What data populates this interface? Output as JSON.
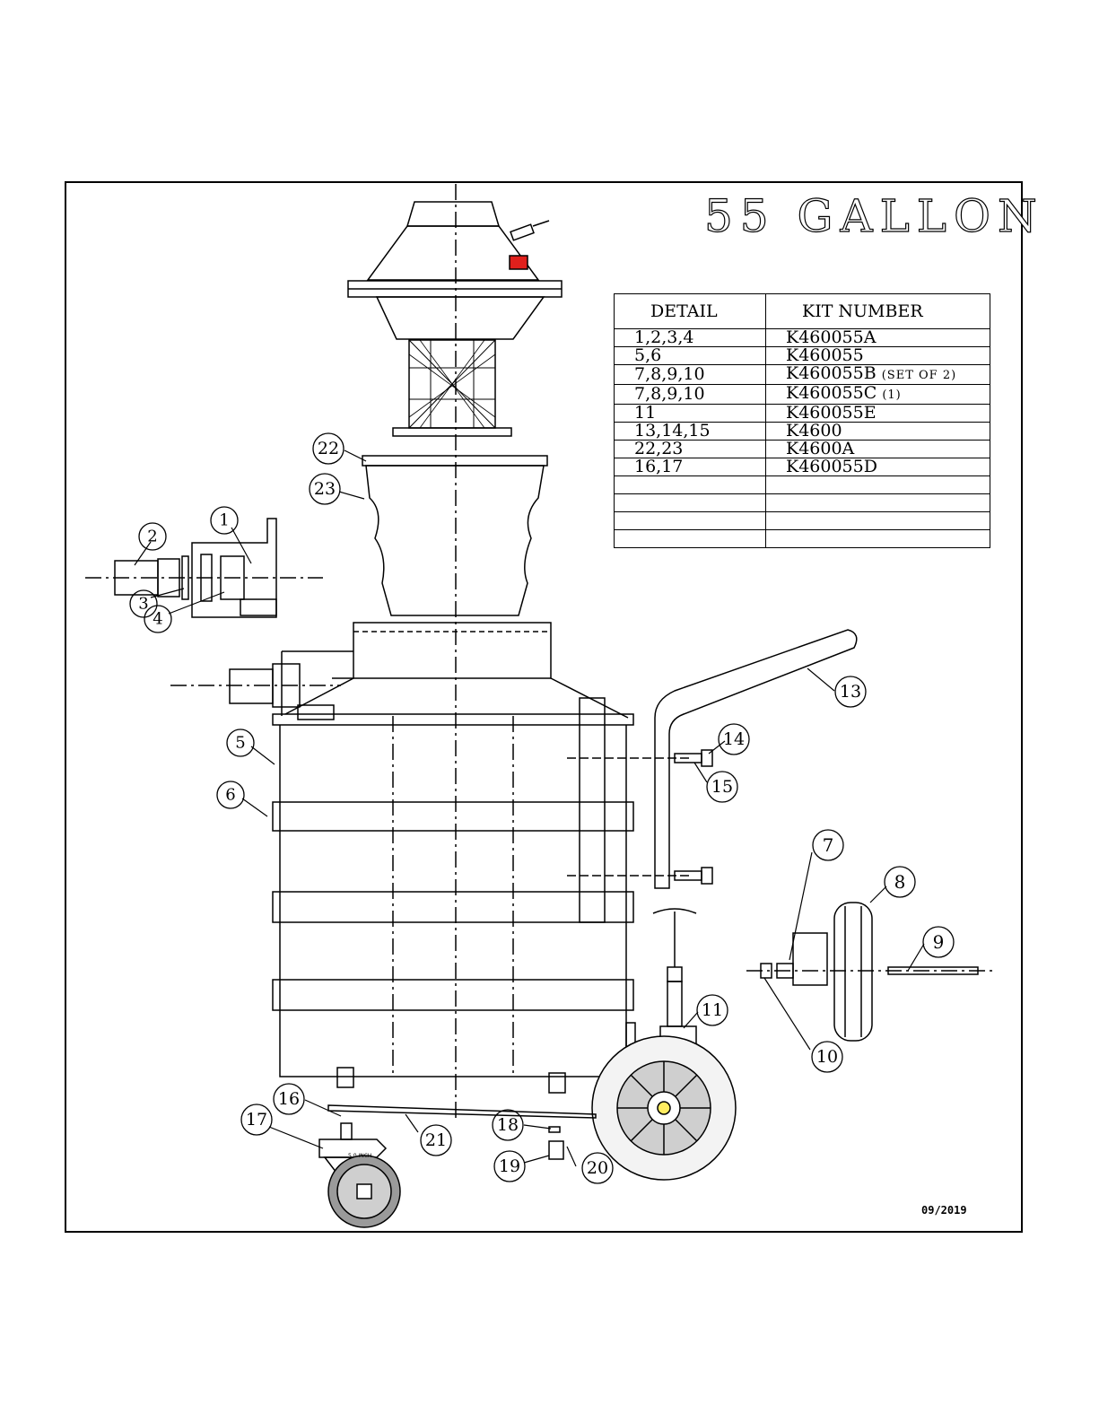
{
  "title": "55 GALLON",
  "date": "09/2019",
  "table": {
    "headers": [
      "DETAIL",
      "KIT NUMBER"
    ],
    "rows": [
      {
        "detail": "1,2,3,4",
        "kit": "K460055A",
        "note": ""
      },
      {
        "detail": "5,6",
        "kit": "K460055",
        "note": ""
      },
      {
        "detail": "7,8,9,10",
        "kit": "K460055B",
        "note": "(SET OF 2)"
      },
      {
        "detail": "7,8,9,10",
        "kit": "K460055C",
        "note": "(1)"
      },
      {
        "detail": "11",
        "kit": "K460055E",
        "note": ""
      },
      {
        "detail": "13,14,15",
        "kit": "K4600",
        "note": ""
      },
      {
        "detail": "22,23",
        "kit": "K4600A",
        "note": ""
      },
      {
        "detail": "16,17",
        "kit": "K460055D",
        "note": ""
      },
      {
        "detail": "",
        "kit": "",
        "note": ""
      },
      {
        "detail": "",
        "kit": "",
        "note": ""
      },
      {
        "detail": "",
        "kit": "",
        "note": ""
      },
      {
        "detail": "",
        "kit": "",
        "note": ""
      }
    ]
  },
  "callouts": [
    "1",
    "2",
    "3",
    "4",
    "5",
    "6",
    "7",
    "8",
    "9",
    "10",
    "11",
    "13",
    "14",
    "15",
    "16",
    "17",
    "18",
    "19",
    "20",
    "21",
    "22",
    "23"
  ],
  "caster_label": "5.0 INCH",
  "colors": {
    "line": "#000000",
    "red_switch": "#e0201c",
    "wheel_gray": "#9a9a9a"
  }
}
